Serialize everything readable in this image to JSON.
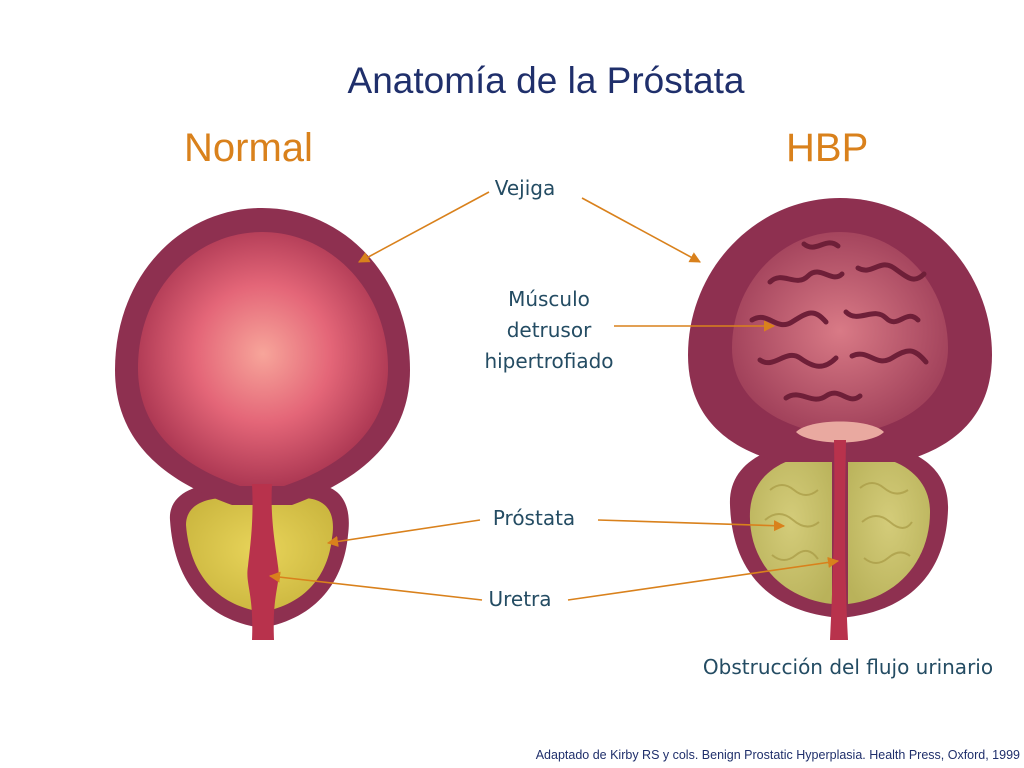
{
  "title": "Anatomía de la Próstata",
  "labels": {
    "normal": "Normal",
    "hbp": "HBP"
  },
  "callouts": {
    "vejiga": "Vejiga",
    "musculo_line1": "Músculo",
    "musculo_line2": "detrusor",
    "musculo_line3": "hipertrofiado",
    "prostata": "Próstata",
    "uretra": "Uretra"
  },
  "caption": "Obstrucción del flujo urinario",
  "citation": "Adaptado de Kirby RS y cols. Benign Prostatic Hyperplasia. Health Press, Oxford, 1999",
  "colors": {
    "title": "#1f2f6b",
    "side_label": "#d9811c",
    "callout_text": "#244c63",
    "arrow": "#d9811c",
    "bladder_wall": "#8e3050",
    "bladder_lumen": "#e56d7e",
    "prostate": "#d8c34a",
    "urethra": "#b8324c"
  }
}
